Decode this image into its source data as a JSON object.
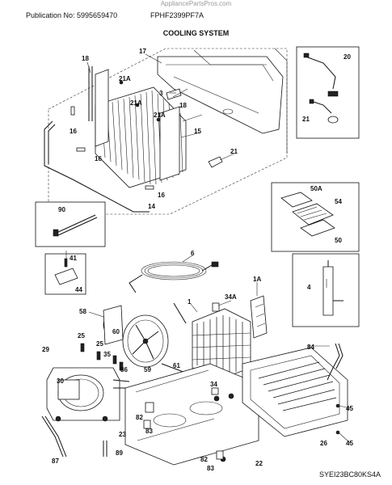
{
  "header": {
    "watermark": "AppliancePartsPros.com",
    "publication": "Publication No: 5995659470",
    "model": "FPHF2399PF7A",
    "title": "COOLING SYSTEM"
  },
  "footer": {
    "code": "SYEI23BC80KS4A"
  },
  "callouts": {
    "c17": "17",
    "c18a": "18",
    "c18b": "18",
    "c3": "3",
    "c21Aa": "21A",
    "c21Ab": "21A",
    "c21Ac": "21A",
    "c16a": "16",
    "c16b": "16",
    "c16c": "16",
    "c15": "15",
    "c14": "14",
    "c21": "21",
    "c20": "20",
    "c21box": "21",
    "c90": "90",
    "c50A": "50A",
    "c54": "54",
    "c50": "50",
    "c41": "41",
    "c44": "44",
    "c6": "6",
    "c1A": "1A",
    "c34A": "34A",
    "c1": "1",
    "c4": "4",
    "c58": "58",
    "c60": "60",
    "c25a": "25",
    "c25b": "25",
    "c35": "35",
    "c59": "59",
    "c61": "61",
    "c86": "86",
    "c29": "29",
    "c30": "30",
    "c34": "34",
    "c82a": "82",
    "c83a": "83",
    "c23": "23",
    "c87": "87",
    "c89": "89",
    "c84": "84",
    "c45a": "45",
    "c45b": "45",
    "c26": "26",
    "c82b": "82",
    "c83b": "83",
    "c22": "22"
  }
}
